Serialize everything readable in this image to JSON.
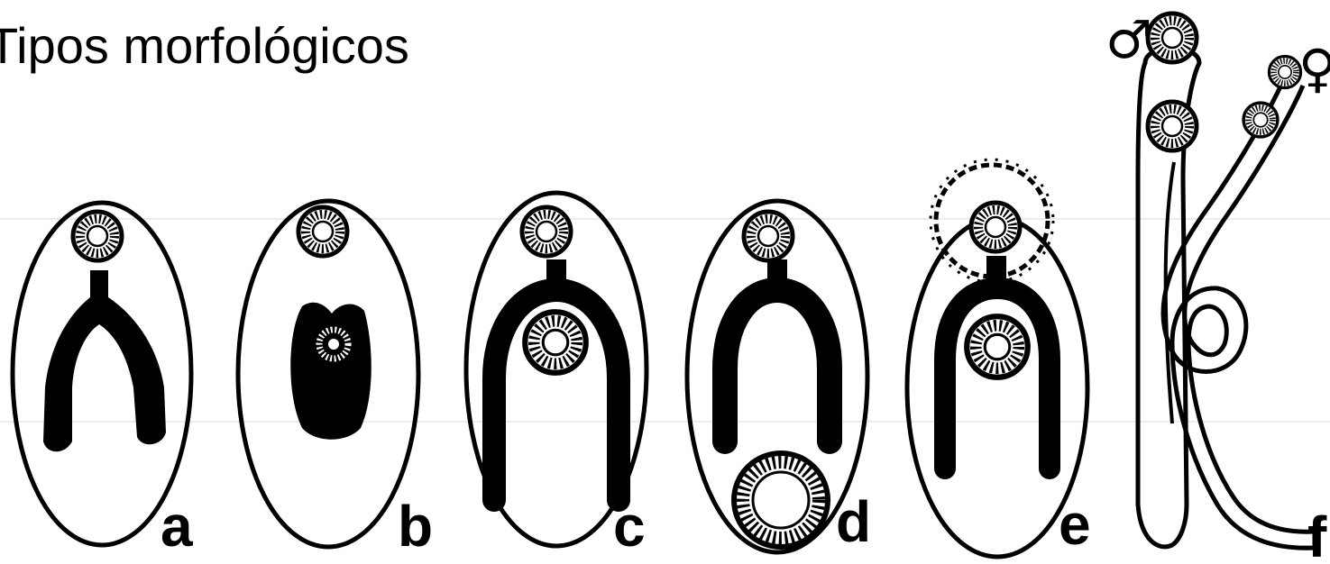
{
  "title": "Tipos morfológicos",
  "panels": [
    {
      "label": "a"
    },
    {
      "label": "b"
    },
    {
      "label": "c"
    },
    {
      "label": "d"
    },
    {
      "label": "e"
    },
    {
      "label": "f"
    }
  ],
  "symbols": {
    "male": "♂",
    "female": "♀"
  }
}
